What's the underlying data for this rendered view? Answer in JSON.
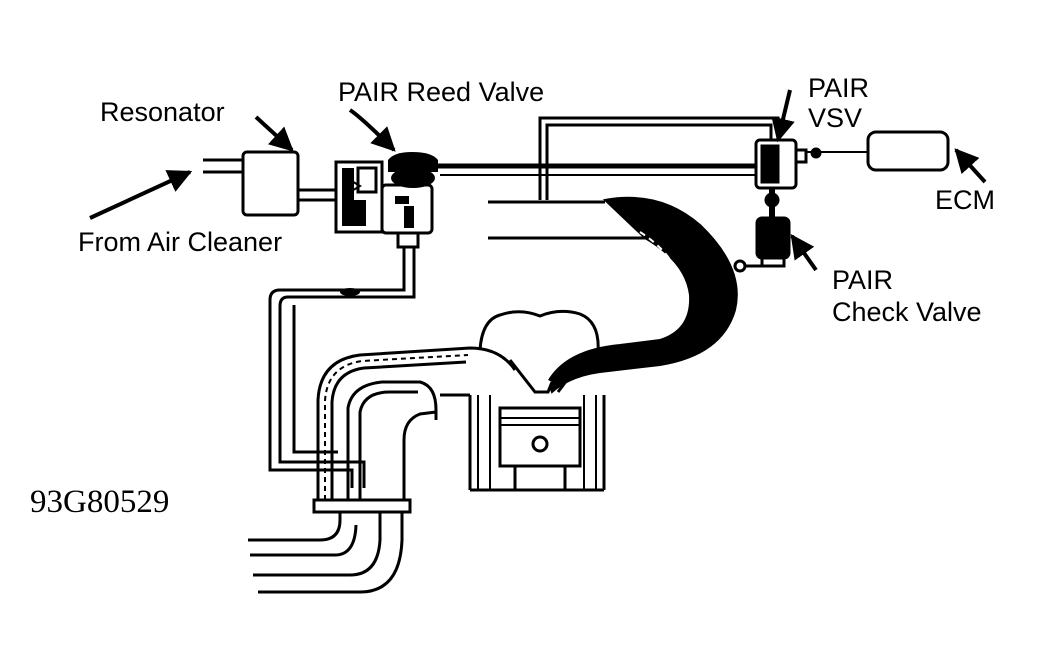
{
  "labels": {
    "resonator": "Resonator",
    "from_air_cleaner": "From Air Cleaner",
    "pair_reed_valve": "PAIR Reed Valve",
    "pair_vsv_line1": "PAIR",
    "pair_vsv_line2": "VSV",
    "ecm": "ECM",
    "pair_check_valve_line1": "PAIR",
    "pair_check_valve_line2": "Check Valve"
  },
  "figure_id": "93G80529",
  "colors": {
    "ink": "#000000",
    "paper": "#ffffff"
  }
}
